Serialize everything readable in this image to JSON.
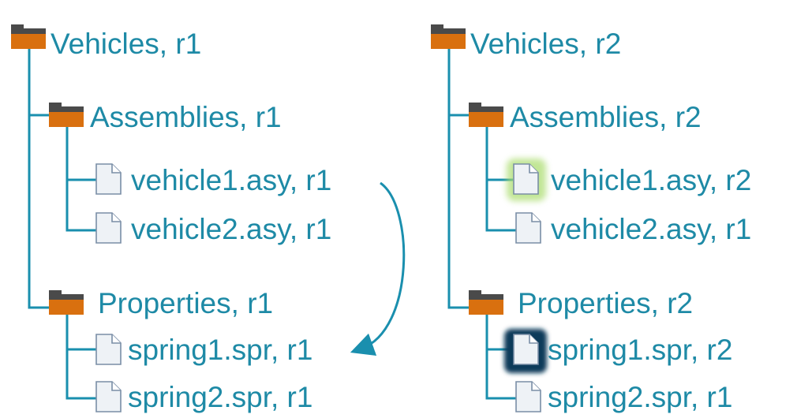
{
  "colors": {
    "line": "#1a8fae",
    "text": "#1e8aa6",
    "folder_body": "#d9700f",
    "folder_tab": "#4a4a4a",
    "file_fill": "#eef2f6",
    "file_stroke": "#7a8ea6",
    "glow_green": "#a8dc6a",
    "glow_navy": "#0f3a5a"
  },
  "left_tree": {
    "root": "Vehicles, r1",
    "assemblies": "Assemblies, r1",
    "vehicle1": "vehicle1.asy, r1",
    "vehicle2": "vehicle2.asy, r1",
    "properties": "Properties, r1",
    "spring1": "spring1.spr, r1",
    "spring2": "spring2.spr, r1"
  },
  "right_tree": {
    "root": "Vehicles, r2",
    "assemblies": "Assemblies, r2",
    "vehicle1": "vehicle1.asy, r2",
    "vehicle2": "vehicle2.asy, r1",
    "properties": "Properties, r2",
    "spring1": "spring1.spr, r2",
    "spring2": "spring2.spr, r1"
  },
  "icons": {
    "folder": "folder-icon",
    "file": "file-icon",
    "arrow": "curved-arrow"
  }
}
